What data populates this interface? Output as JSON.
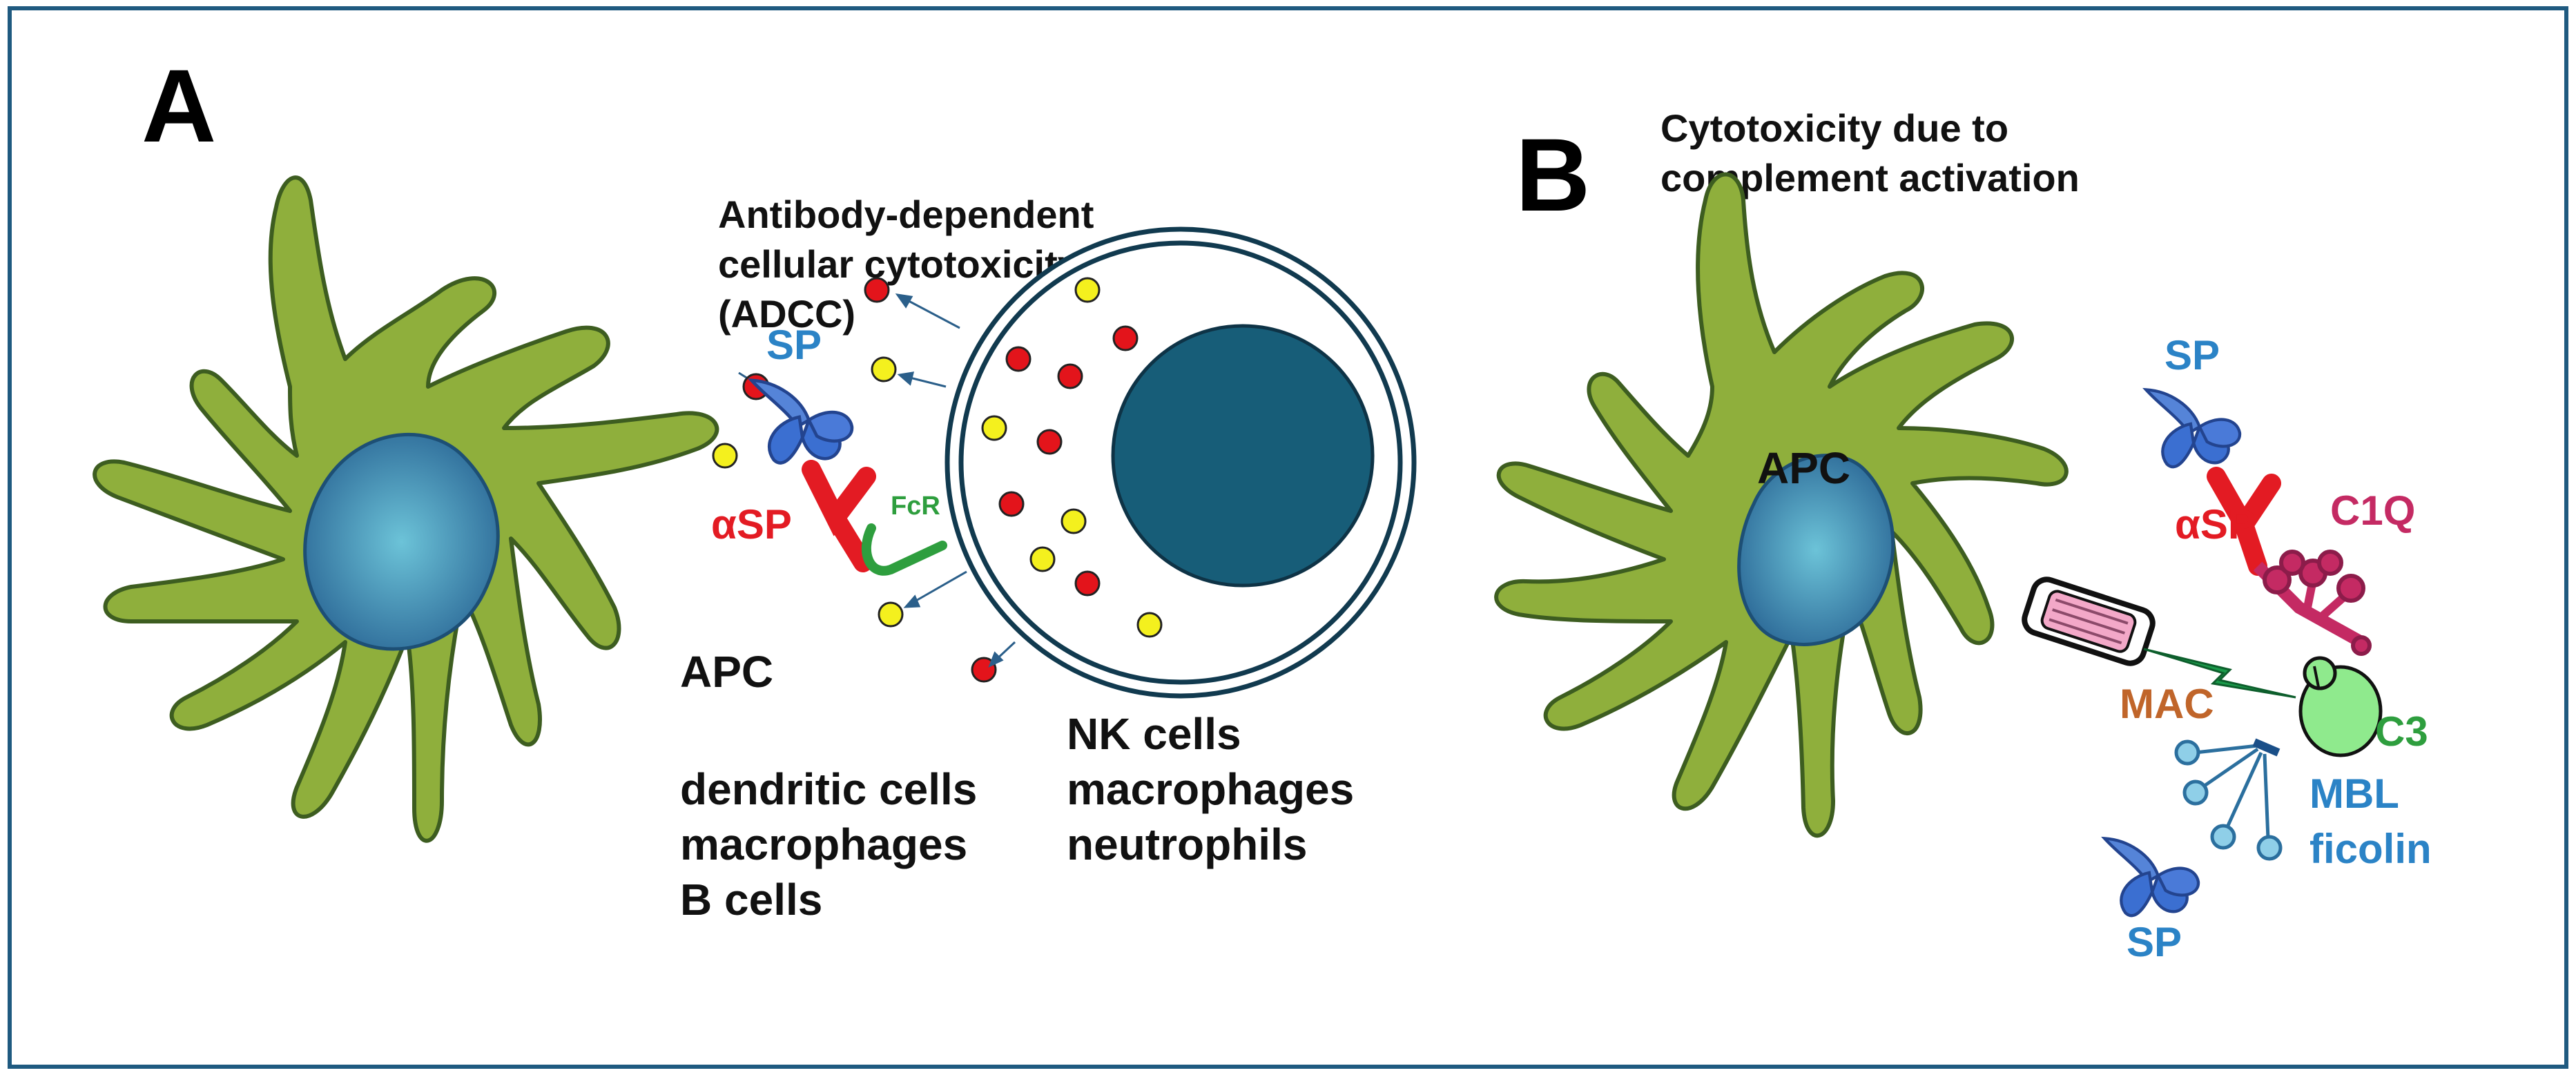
{
  "colors": {
    "frame": "#1f5a80",
    "cell_fill": "#8faf3c",
    "cell_stroke": "#3d5d20",
    "nucleus": "#2f7fa6",
    "nucleus_highlight": "#6cc3d8",
    "killer_nucleus": "#175d78",
    "ring_stroke": "#113a4f",
    "antibody": "#e31b23",
    "fcr": "#2e9e3e",
    "sp_blue": "#3b6fd1",
    "sp_label": "#2b83c6",
    "granule_red": "#e3141b",
    "granule_yellow": "#f4f01e",
    "c1q": "#c42a63",
    "mac_label": "#c0652a",
    "c3": "#8fea8d",
    "mbl": "#8fcfe8",
    "bolt": "#1a9a4a"
  },
  "panelA": {
    "letter": "A",
    "title_lines": [
      "Antibody-dependent",
      "cellular cytotoxicity",
      "(ADCC)"
    ],
    "sp_label": "SP",
    "antibody_label": "αSP",
    "fcr_label": "FcR",
    "apc_label": "APC",
    "apc_types": [
      "dendritic cells",
      "macrophages",
      "B cells"
    ],
    "effector_types": [
      "NK cells",
      "macrophages",
      "neutrophils"
    ]
  },
  "panelB": {
    "letter": "B",
    "title_lines": [
      "Cytotoxicity due to",
      "complement activation"
    ],
    "apc_label": "APC",
    "sp_label_top": "SP",
    "antibody_label": "αSP",
    "c1q_label": "C1Q",
    "mac_label": "MAC",
    "c3_label": "C3",
    "mbl_label": "MBL",
    "ficolin_label": "ficolin",
    "sp_label_bottom": "SP"
  }
}
